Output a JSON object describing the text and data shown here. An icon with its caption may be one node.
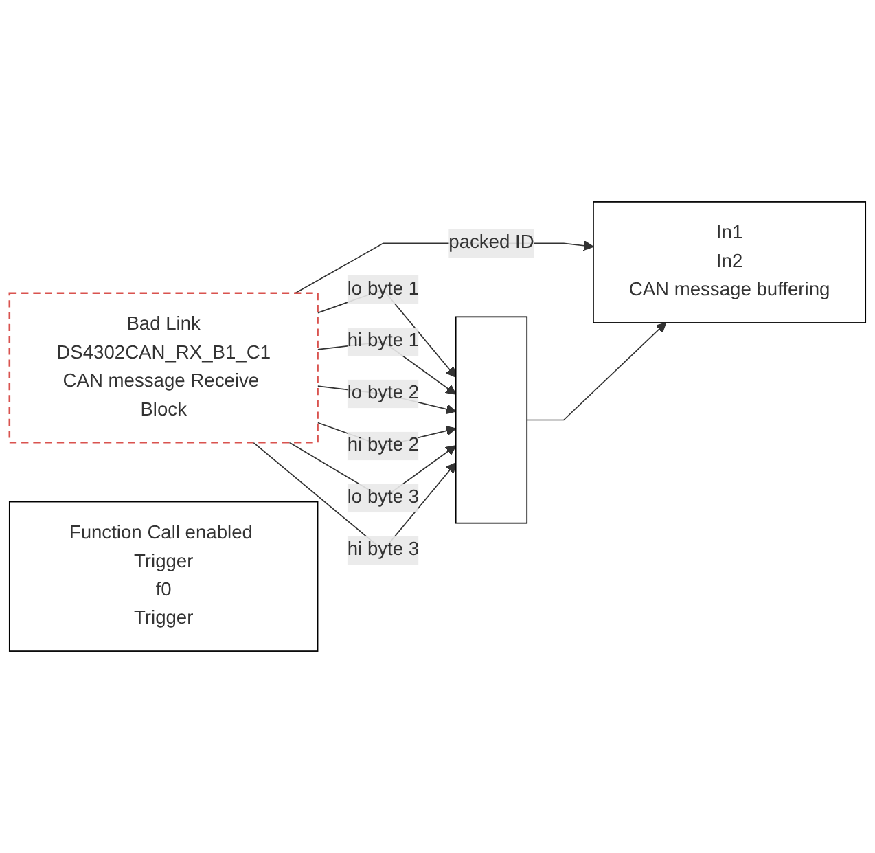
{
  "diagram": {
    "nodes": [
      {
        "text": [
          "Function Call enabled Trigger",
          "f0",
          "Trigger"
        ]
      },
      {
        "text": [
          "Bad Link",
          "DS4302CAN_RX_B1_C1",
          "CAN message Receive Block"
        ]
      },
      {
        "text": [],
        "shape": "bar"
      },
      {
        "text": [
          "In1",
          "In2",
          "CAN message buffering"
        ]
      }
    ],
    "edges": [
      {
        "from": 1,
        "to": 3,
        "arrow": "to",
        "label": "packed ID"
      },
      {
        "from": 1,
        "to": 2,
        "arrow": "to",
        "label": "lo byte 1"
      },
      {
        "from": 1,
        "to": 2,
        "arrow": "to",
        "label": "hi byte 1"
      },
      {
        "from": 1,
        "to": 2,
        "arrow": "to",
        "label": "lo byte 2"
      },
      {
        "from": 1,
        "to": 2,
        "arrow": "to",
        "label": "hi byte 2"
      },
      {
        "from": 1,
        "to": 2,
        "arrow": "to",
        "label": "lo byte 3"
      },
      {
        "from": 1,
        "to": 2,
        "arrow": "to",
        "label": "hi byte 3"
      },
      {
        "from": 2,
        "to": 3,
        "arrow": "to"
      }
    ]
  }
}
